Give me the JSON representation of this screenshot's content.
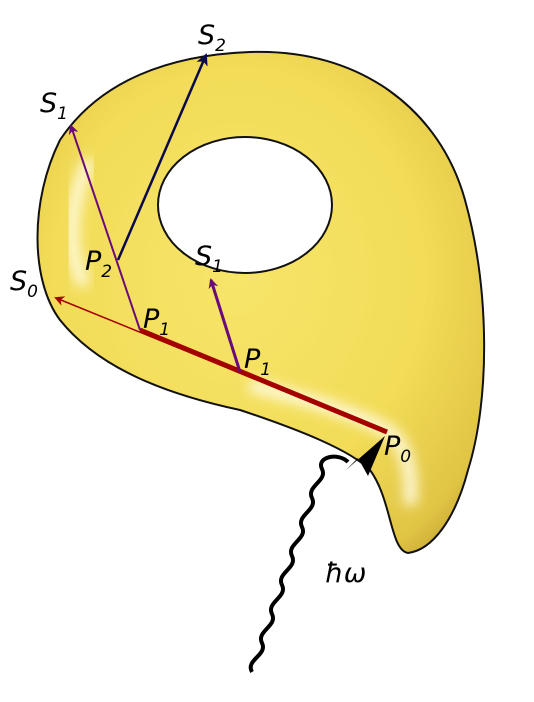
{
  "diagram": {
    "colors": {
      "body_fill": "#f2dc58",
      "body_shadow": "#c9a82a",
      "outline": "#111111",
      "s0_path": "#a40000",
      "s1_path": "#6b0a7a",
      "s2_path": "#0a0a4a",
      "photon": "#000000"
    },
    "labels": {
      "s2": {
        "letter": "S",
        "sub": "2"
      },
      "s1_left": {
        "letter": "S",
        "sub": "1"
      },
      "s1_mid": {
        "letter": "S",
        "sub": "1"
      },
      "s0": {
        "letter": "S",
        "sub": "0"
      },
      "p2": {
        "letter": "P",
        "sub": "2"
      },
      "p1_left": {
        "letter": "P",
        "sub": "1"
      },
      "p1_mid": {
        "letter": "P",
        "sub": "1"
      },
      "p0": {
        "letter": "P",
        "sub": "0"
      },
      "photon": "ħω"
    }
  }
}
